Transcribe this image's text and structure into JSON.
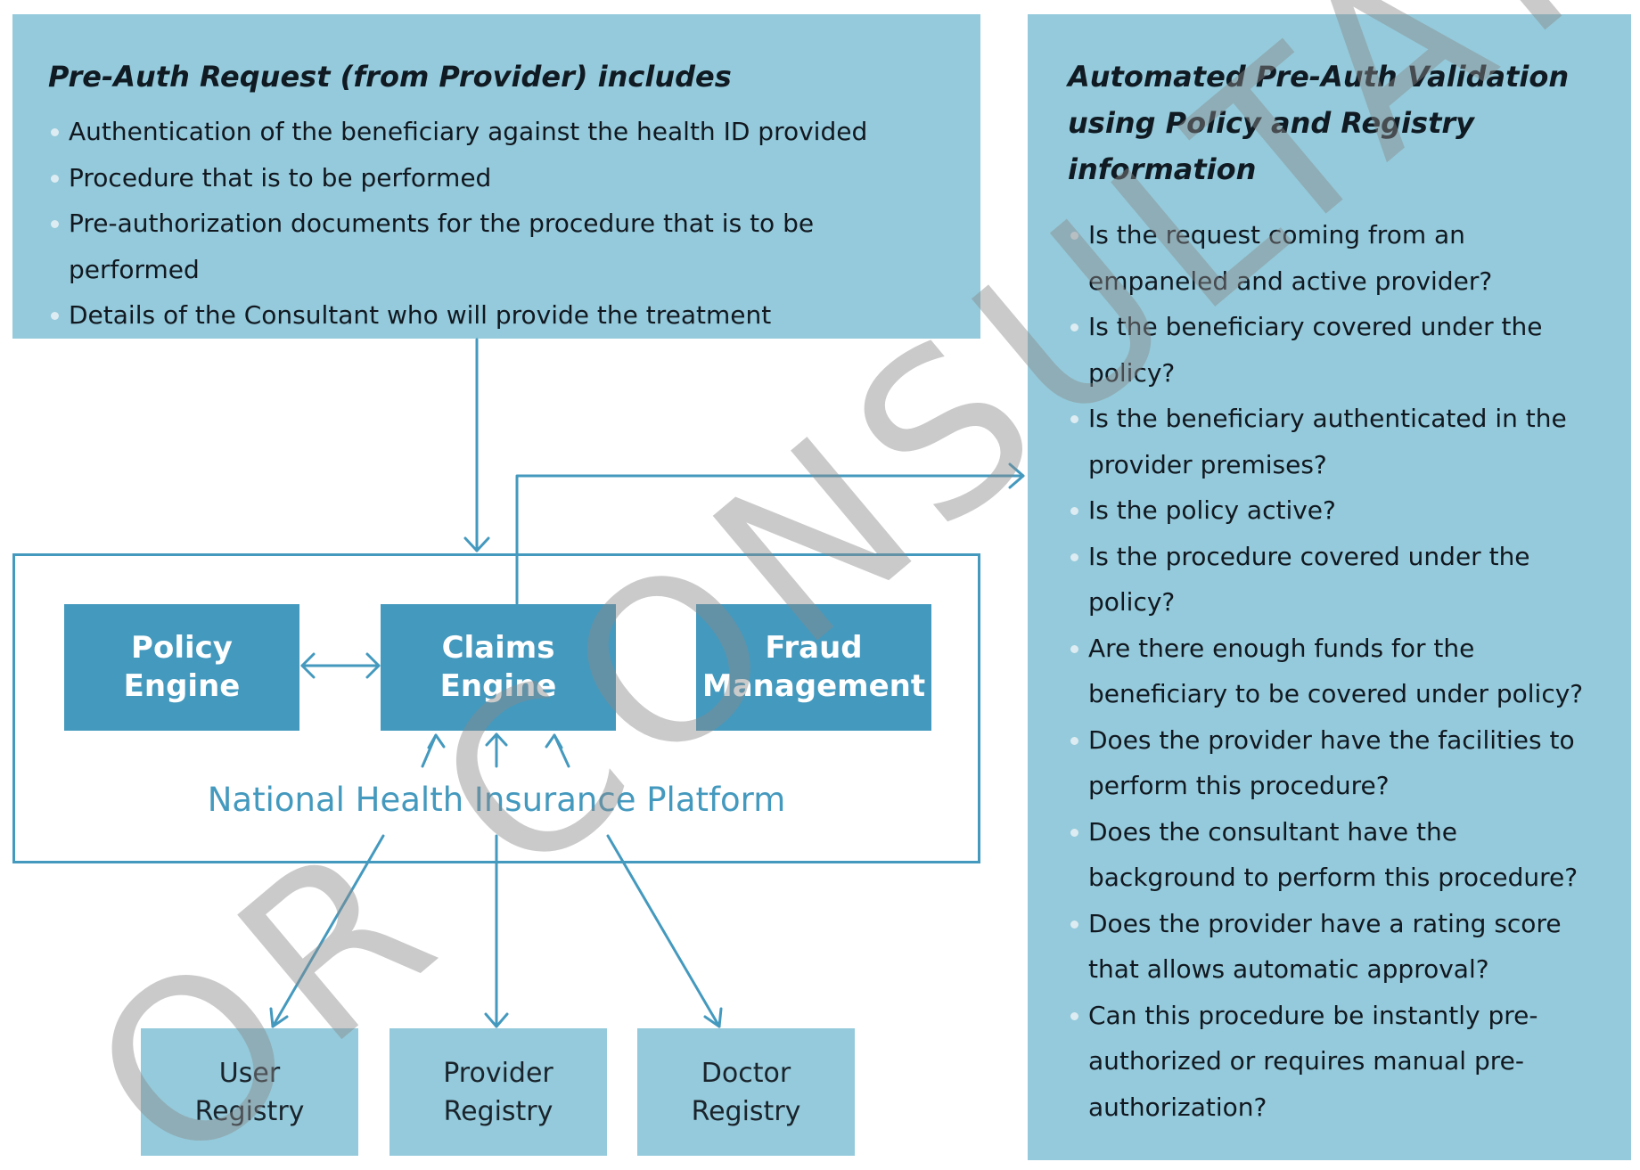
{
  "colors": {
    "panel_light": "#94cadb",
    "engine_dark": "#4499be",
    "line": "#4499be"
  },
  "request_panel": {
    "title": "Pre-Auth Request (from Provider) includes",
    "items": [
      "Authentication of the beneficiary against the health ID provided",
      "Procedure that is to be performed",
      "Pre-authorization documents for the procedure that is to be performed",
      "Details of the Consultant who will provide the treatment"
    ]
  },
  "validation_panel": {
    "title": "Automated Pre-Auth Validation using Policy and Registry information",
    "items": [
      "Is the request coming from an empaneled and active provider?",
      "Is the beneficiary covered under the policy?",
      "Is the beneficiary authenticated in the provider premises?",
      "Is the policy active?",
      "Is the procedure covered under the policy?",
      "Are there enough funds for the beneficiary to be covered under policy?",
      "Does the provider have the facilities to perform this procedure?",
      "Does the consultant have the background to perform this procedure?",
      "Does the provider have a rating score that allows automatic approval?",
      "Can this procedure be instantly pre-authorized or requires manual pre-authorization?"
    ]
  },
  "platform": {
    "label": "National Health Insurance Platform",
    "engines": {
      "policy": "Policy\nEngine",
      "claims": "Claims\nEngine",
      "fraud": "Fraud\nManagement"
    }
  },
  "registries": {
    "user": "User\nRegistry",
    "provider": "Provider\nRegistry",
    "doctor": "Doctor\nRegistry"
  },
  "watermark": {
    "text": "OR CONSULTATI"
  }
}
